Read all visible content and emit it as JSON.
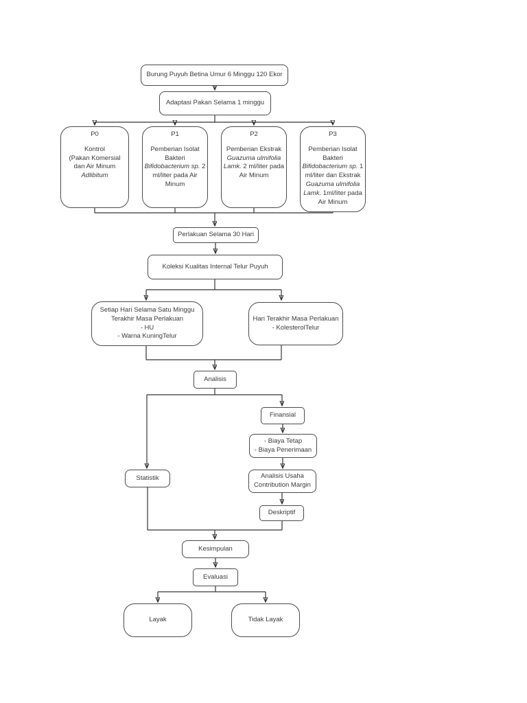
{
  "page": {
    "colors": {
      "page": "#ffffff",
      "line": "#333333",
      "border": "#4a4a4a",
      "text": "#3a3a3a"
    }
  },
  "flowchart": {
    "start": {
      "label": "Burung Puyuh Betina Umur 6 Minggu 120 Ekor"
    },
    "adaptasi": {
      "label": "Adaptasi Pakan Selama 1 minggu"
    },
    "treatments": {
      "p0": {
        "header": "P0",
        "lines": [
          [
            {
              "t": "Kontrol"
            }
          ],
          [
            {
              "t": "(Pakan Komersial"
            }
          ],
          [
            {
              "t": "dan Air Minum"
            }
          ],
          [
            {
              "t": "Adlibitum",
              "i": true
            }
          ]
        ]
      },
      "p1": {
        "header": "P1",
        "lines": [
          [
            {
              "t": "Pemberian Isolat"
            }
          ],
          [
            {
              "t": "Bakteri"
            }
          ],
          [
            {
              "t": "Bifidobacterium sp.",
              "i": true
            },
            {
              "t": " 2"
            }
          ],
          [
            {
              "t": "ml/liter pada Air"
            }
          ],
          [
            {
              "t": "Minum"
            }
          ]
        ]
      },
      "p2": {
        "header": "P2",
        "lines": [
          [
            {
              "t": "Pemberian Ekstrak"
            }
          ],
          [
            {
              "t": "Guazuma ulmifolia",
              "i": true
            }
          ],
          [
            {
              "t": "Lamk.",
              "i": true
            },
            {
              "t": " 2 ml/liter pada"
            }
          ],
          [
            {
              "t": "Air Minum"
            }
          ]
        ]
      },
      "p3": {
        "header": "P3",
        "lines": [
          [
            {
              "t": "Pemberian Isolat"
            }
          ],
          [
            {
              "t": "Bakteri"
            }
          ],
          [
            {
              "t": "Bifidobacterium sp.",
              "i": true
            },
            {
              "t": " 1"
            }
          ],
          [
            {
              "t": "ml/liter dan Ekstrak"
            }
          ],
          [
            {
              "t": "Guazuma ulmifolia",
              "i": true
            }
          ],
          [
            {
              "t": "Lamk.",
              "i": true
            },
            {
              "t": " 1ml/liter pada"
            }
          ],
          [
            {
              "t": "Air Minum"
            }
          ]
        ]
      }
    },
    "perlakuan": {
      "label": "Perlakuan Selama 30 Hari"
    },
    "koleksi": {
      "label": "Koleksi Kualitas Internal Telur Puyuh"
    },
    "setiap_hari": {
      "lines": [
        [
          {
            "t": "Setiap Hari Selama Satu Minggu"
          }
        ],
        [
          {
            "t": "Terakhir Masa Perlakuan"
          }
        ],
        [
          {
            "t": "- HU"
          }
        ],
        [
          {
            "t": "- Warna KuningTelur"
          }
        ]
      ]
    },
    "hari_terakhir": {
      "lines": [
        [
          {
            "t": "Hari Terakhir Masa Perlakuan"
          }
        ],
        [
          {
            "t": "- KolesterolTelur"
          }
        ]
      ]
    },
    "analisis": {
      "label": "Analisis"
    },
    "finansial": {
      "label": "Finansial"
    },
    "biaya": {
      "lines": [
        [
          {
            "t": "- Biaya Tetap"
          }
        ],
        [
          {
            "t": "- Biaya Penerimaan"
          }
        ]
      ]
    },
    "statistik": {
      "label": "Statistik"
    },
    "usaha": {
      "lines": [
        [
          {
            "t": "Analisis Usaha"
          }
        ],
        [
          {
            "t": "Contribution Margin"
          }
        ]
      ]
    },
    "deskriptif": {
      "label": "Deskriptif"
    },
    "kesimpulan": {
      "label": "Kesimpulan"
    },
    "evaluasi": {
      "label": "Evaluasi"
    },
    "layak": {
      "label": "Layak"
    },
    "tidak_layak": {
      "label": "Tidak Layak"
    }
  }
}
